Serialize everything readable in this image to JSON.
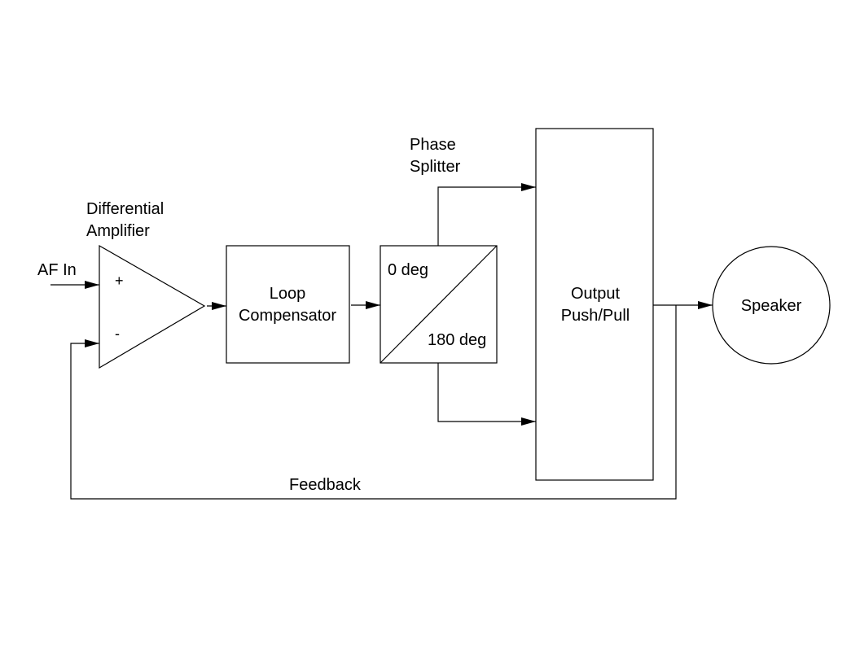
{
  "diagram": {
    "title": "Push-pull audio amplifier with negative feedback",
    "blocks": {
      "diff_amp": {
        "label_line1": "Differential",
        "label_line2": "Amplifier",
        "plus": "+",
        "minus": "-"
      },
      "loop_comp": {
        "label_line1": "Loop",
        "label_line2": "Compensator"
      },
      "phase_splitter": {
        "label_line1": "Phase",
        "label_line2": "Splitter",
        "top_out": "0 deg",
        "bottom_out": "180 deg"
      },
      "output_stage": {
        "label_line1": "Output",
        "label_line2": "Push/Pull"
      },
      "speaker": {
        "label": "Speaker"
      }
    },
    "signals": {
      "input": "AF In",
      "feedback": "Feedback"
    },
    "colors": {
      "stroke": "#000000",
      "background": "#ffffff"
    }
  }
}
